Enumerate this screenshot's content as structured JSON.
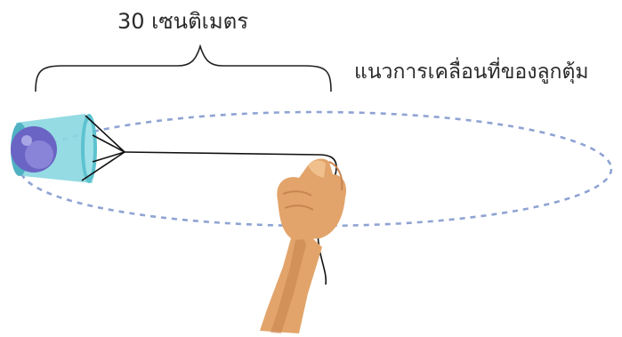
{
  "labels": {
    "distance": "30 เซนติเมตร",
    "motion_path": "แนวการเคลื่อนที่ของลูกตุ้ม"
  },
  "colors": {
    "path": "#8fa3d3",
    "cup_body": "#8ad7e0",
    "cup_rim": "#5cc2cf",
    "ball": "#6a64c4",
    "string": "#111111",
    "skin": "#e2a46a",
    "skin_shadow": "#c98550"
  },
  "icons": [
    "cup-with-ball",
    "hand-holding-string"
  ]
}
